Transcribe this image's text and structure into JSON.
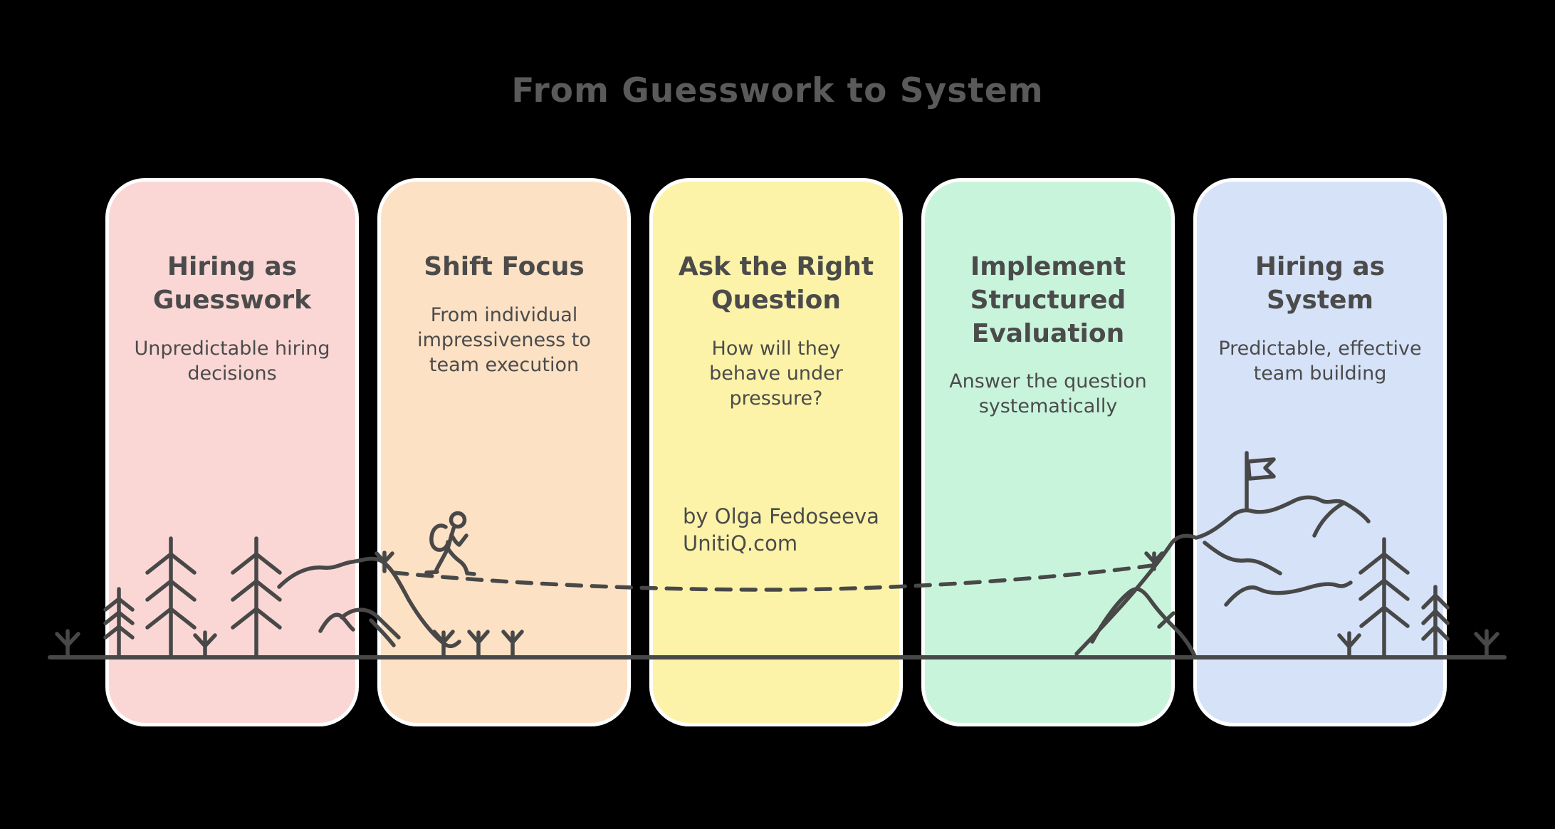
{
  "title": "From Guesswork to System",
  "cards": [
    {
      "title": "Hiring as Guesswork",
      "subtitle": "Unpredictable hiring decisions",
      "color": "#fad7d5"
    },
    {
      "title": "Shift Focus",
      "subtitle": "From individual impressiveness to team execution",
      "color": "#fce1c4"
    },
    {
      "title": "Ask the Right Question",
      "subtitle": "How will they behave under pressure?",
      "byline_author": "by Olga Fedoseeva",
      "byline_site": "UnitiQ.com",
      "color": "#fcf3a9"
    },
    {
      "title": "Implement Structured Evaluation",
      "subtitle": "Answer the question systematically",
      "color": "#c9f4dc"
    },
    {
      "title": "Hiring as System",
      "subtitle": "Predictable, effective team building",
      "color": "#d6e2f8"
    }
  ],
  "colors": {
    "background": "#000000",
    "stroke": "#484848",
    "title_text": "#5a5a5a",
    "card_text": "#4b4b4b",
    "card_border": "#ffffff"
  },
  "illustration": {
    "elements": [
      "ground-line",
      "sprout",
      "pine-tree",
      "hills",
      "trail-dashed",
      "hiker-with-backpack",
      "ground-sprouts",
      "mountain",
      "summit-flag",
      "pine-trees-right"
    ]
  }
}
